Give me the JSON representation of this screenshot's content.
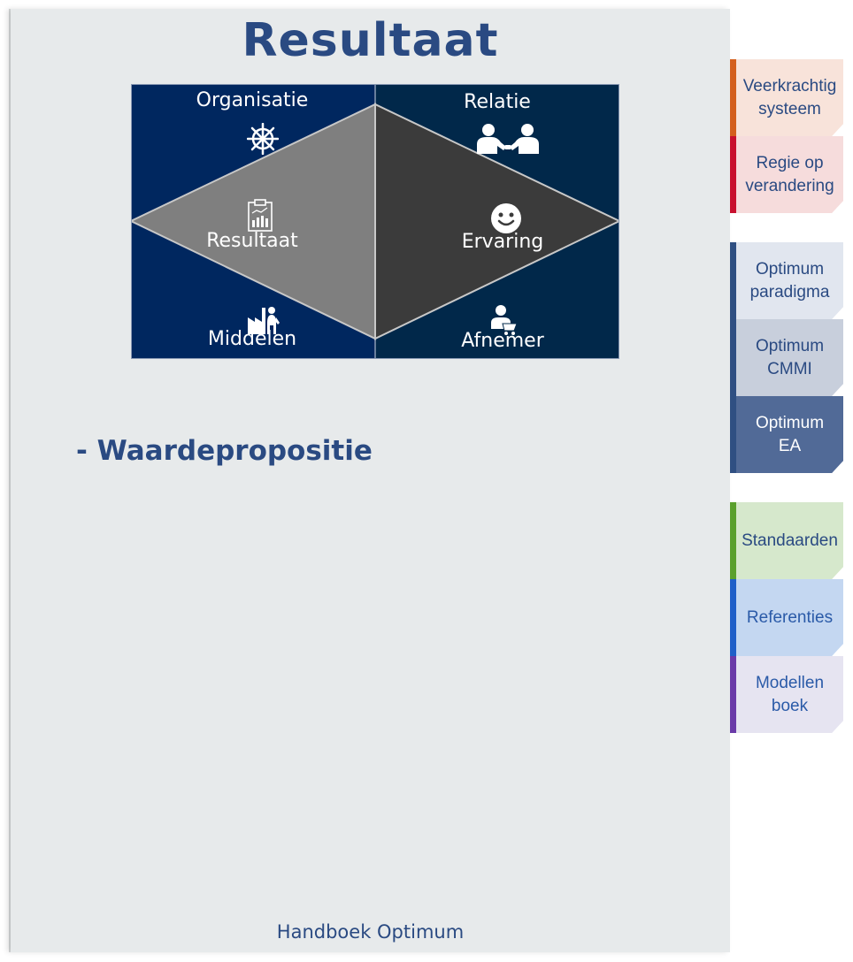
{
  "page": {
    "title": "Resultaat",
    "bullet": "- Waardepropositie",
    "footer": "Handboek Optimum"
  },
  "diagram": {
    "quadrants": {
      "top_left": "Organisatie",
      "top_right": "Relatie",
      "bottom_left": "Middelen",
      "bottom_right": "Afnemer"
    },
    "center_left": "Resultaat",
    "center_right": "Ervaring",
    "icons": [
      "ship-wheel-icon",
      "handshake-icon",
      "report-icon",
      "smiley-icon",
      "factory-worker-icon",
      "customer-cart-icon"
    ],
    "colors": {
      "left_background": "#00275f",
      "right_background": "#01284a",
      "left_diamond": "#7f7f7f",
      "right_diamond": "#3b3b3b"
    }
  },
  "tabs": [
    {
      "label": "Veerkrachtig\nsysteem",
      "bar": "#d45f1d",
      "bg": "#f8e3da",
      "color": "#2a4a82"
    },
    {
      "label": "Regie op\nverandering",
      "bar": "#c8102e",
      "bg": "#f6dcdc",
      "color": "#2a4a82"
    },
    {
      "label": "Optimum\nparadigma",
      "bar": "#2f4f82",
      "bg": "#e1e6ef",
      "color": "#2a4a82"
    },
    {
      "label": "Optimum\nCMMI",
      "bar": "#2f4f82",
      "bg": "#c8cfdc",
      "color": "#2a4a82"
    },
    {
      "label": "Optimum\nEA",
      "bar": "#2f4f82",
      "bg": "#516a97",
      "color": "#ffffff"
    },
    {
      "label": "Standaarden",
      "bar": "#5aa02c",
      "bg": "#d6e8cc",
      "color": "#2a4a82"
    },
    {
      "label": "Referenties",
      "bar": "#1f5fc8",
      "bg": "#c4d7f1",
      "color": "#2a5aa8"
    },
    {
      "label": "Modellen\nboek",
      "bar": "#6a3aa8",
      "bg": "#e6e4f1",
      "color": "#2a5aa8"
    }
  ]
}
